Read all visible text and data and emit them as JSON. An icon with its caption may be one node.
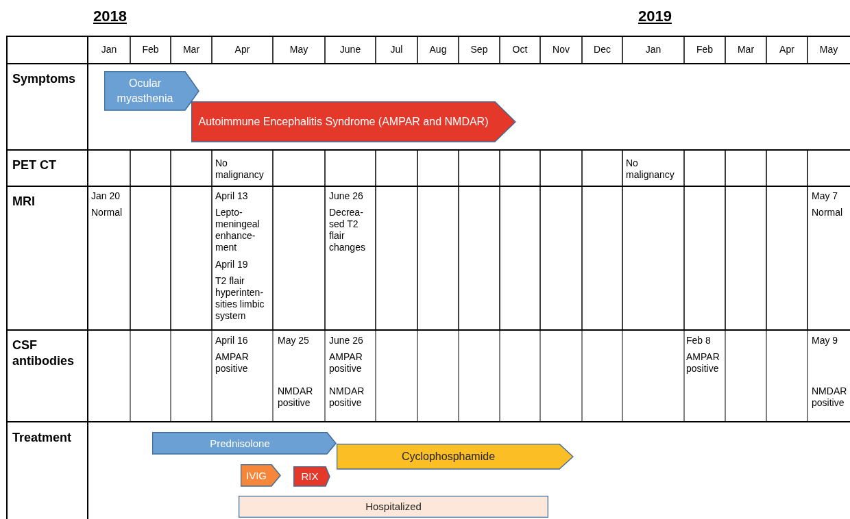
{
  "diagram": {
    "nodes": [
      {
        "text": [
          "Ocular myasthenia"
        ]
      },
      {
        "text": [
          "Autoimmune Encephalitis Syndrome (AMPAR and NMDAR)"
        ]
      },
      {
        "text": [
          "Prednisolone"
        ]
      },
      {
        "text": [
          "Cyclophosphamide"
        ]
      },
      {
        "text": [
          "IVIG"
        ]
      },
      {
        "text": [
          "RIX"
        ]
      },
      {
        "text": [
          "Hospitalized"
        ]
      }
    ],
    "labels": [
      "2018",
      "2019",
      "Jan",
      "Feb",
      "Mar",
      "Apr",
      "May",
      "June",
      "Jul",
      "Aug",
      "Sep",
      "Oct",
      "Nov",
      "Dec",
      "Jan",
      "Feb",
      "Mar",
      "Apr",
      "May",
      "Symptoms",
      "PET CT",
      "No malignancy",
      "No malignancy",
      "MRI",
      "Jan 20",
      "Normal",
      "April 13",
      "Lepto- meningeal enhance- ment",
      "April 19",
      "T2 flair hyperinten- sities limbic system",
      "June 26",
      "Decrea- sed T2 flair changes",
      "May 7",
      "Normal",
      "CSF antibodies",
      "April 16",
      "AMPAR positive",
      "May 25",
      "NMDAR positive",
      "June 26",
      "AMPAR positive",
      "NMDAR positive",
      "Feb 8",
      "AMPAR positive",
      "May 9",
      "NMDAR positive",
      "Treatment"
    ]
  }
}
